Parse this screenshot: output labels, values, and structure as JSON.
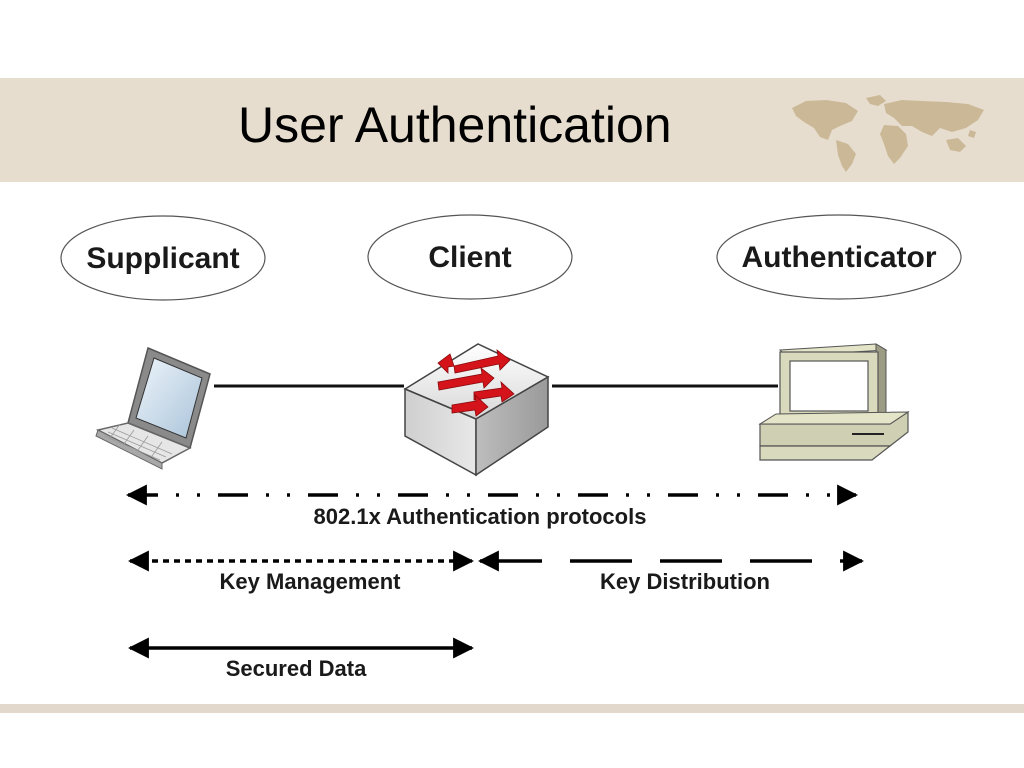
{
  "slide": {
    "title": "User Authentication"
  },
  "roles": {
    "supplicant": "Supplicant",
    "client": "Client",
    "authenticator": "Authenticator"
  },
  "flows": {
    "protocols": "802.1x Authentication protocols",
    "key_management": "Key Management",
    "key_distribution": "Key Distribution",
    "secured_data": "Secured Data"
  },
  "colors": {
    "header_band": "#e7ddcf",
    "map": "#c8b591",
    "switch_arrows": "#d4141a"
  },
  "icons": [
    "world-map-icon",
    "laptop-icon",
    "network-switch-icon",
    "desktop-computer-icon"
  ]
}
